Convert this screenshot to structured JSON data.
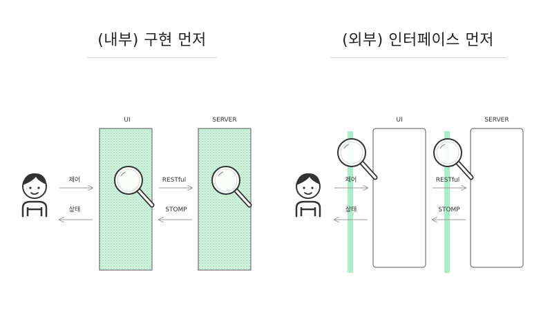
{
  "left_panel": {
    "title": "(내부) 구현 먼저",
    "ui_label": "UI",
    "server_label": "SERVER",
    "control_label": "제어",
    "state_label": "상태",
    "restful_label": "RESTful",
    "stomp_label": "STOMP"
  },
  "right_panel": {
    "title": "(외부) 인터페이스 먼저",
    "ui_label": "UI",
    "server_label": "SERVER",
    "control_label": "제어",
    "state_label": "상태",
    "restful_label": "RESTful",
    "stomp_label": "STOMP"
  },
  "colors": {
    "highlight_green": "#3ddc84",
    "highlight_fill": "#e6f7ec",
    "stroke": "#444444",
    "arrow": "#9a9a9a"
  },
  "icons": [
    "person-icon",
    "magnifier-icon"
  ]
}
